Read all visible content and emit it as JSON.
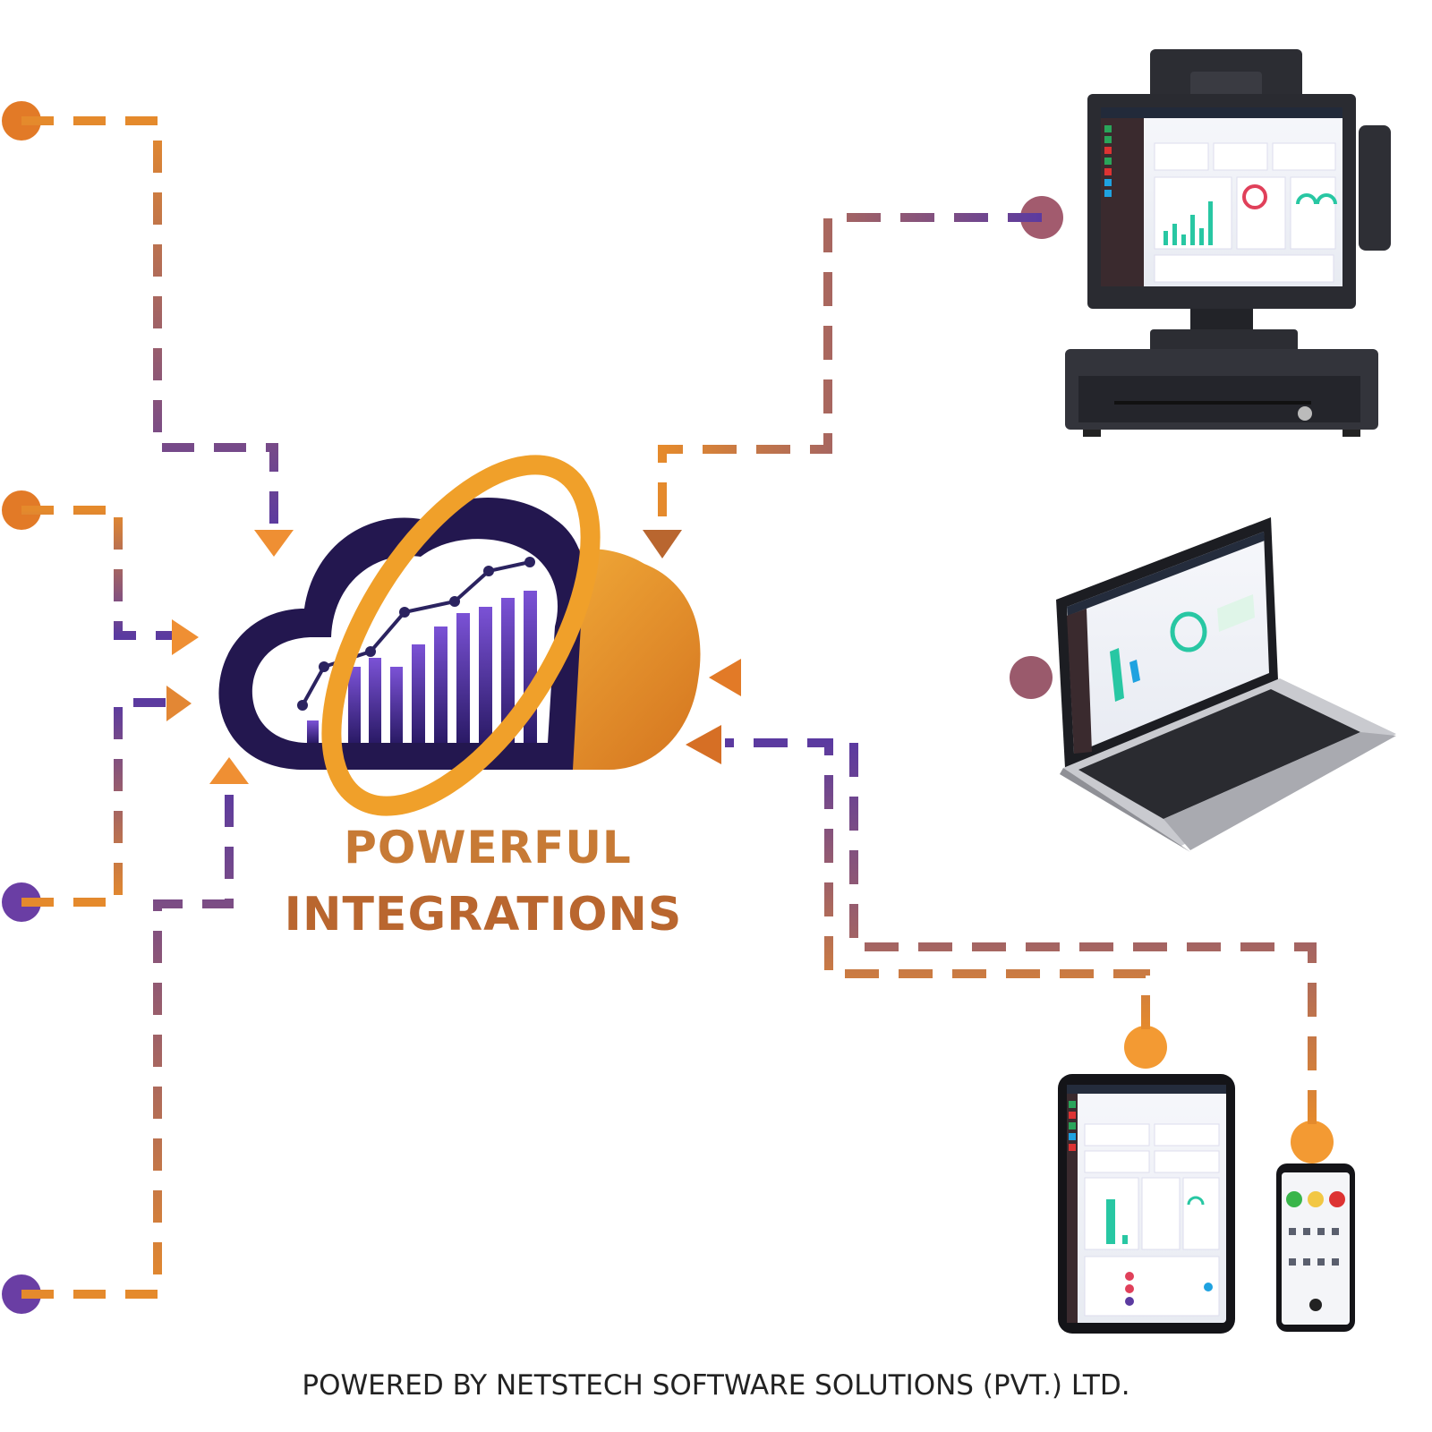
{
  "headline": {
    "line1": "POWERFUL",
    "line2": "INTEGRATIONS"
  },
  "footer": {
    "text": "POWERED BY NETSTECH SOFTWARE SOLUTIONS (PVT.) LTD."
  },
  "colors": {
    "orange": "#e58a2c",
    "purple": "#5b3aa0",
    "navy": "#23174f",
    "gold": "#f0a02a"
  },
  "icons": [
    "cloud-analytics-icon",
    "pos-terminal-icon",
    "laptop-icon",
    "tablet-icon",
    "smartphone-icon"
  ]
}
